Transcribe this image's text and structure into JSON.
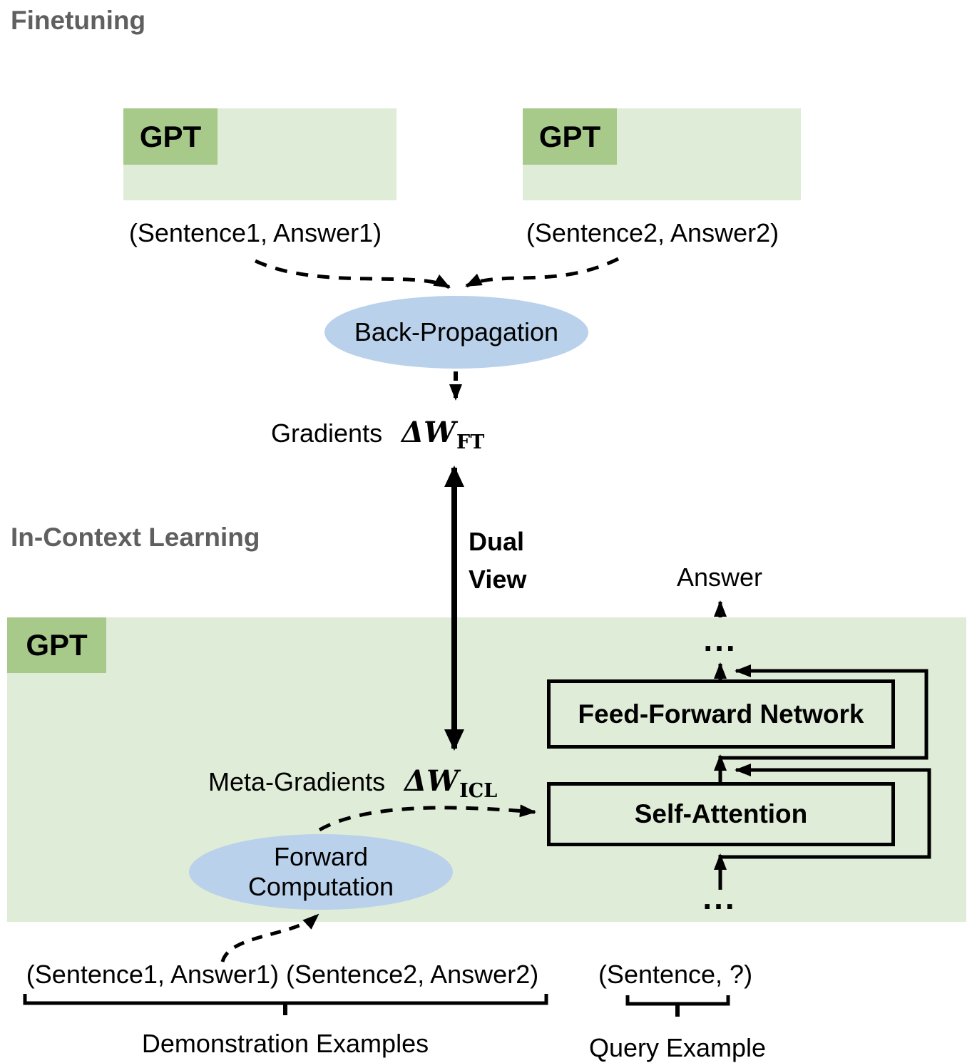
{
  "headings": {
    "finetuning": "Finetuning",
    "icl": "In-Context Learning"
  },
  "gpt": {
    "label": "GPT"
  },
  "finetune_captions": {
    "pair1": "(Sentence1, Answer1)",
    "pair2": "(Sentence2, Answer2)"
  },
  "ellipses": {
    "backprop": "Back-Propagation",
    "forward_line1": "Forward",
    "forward_line2": "Computation"
  },
  "gradients": {
    "label": "Gradients",
    "symbol": "ΔW",
    "subscript": "FT"
  },
  "meta_gradients": {
    "label": "Meta-Gradients",
    "symbol": "ΔW",
    "subscript": "ICL"
  },
  "dual_view": {
    "line1": "Dual",
    "line2": "View"
  },
  "transformer": {
    "answer": "Answer",
    "ellipsis_top": "...",
    "ffn": "Feed-Forward Network",
    "self_attention": "Self-Attention",
    "ellipsis_bottom": "..."
  },
  "bottom": {
    "demonstrations": "(Sentence1, Answer1) (Sentence2, Answer2)",
    "query": "(Sentence, ?)",
    "demonstrations_label": "Demonstration Examples",
    "query_label": "Query Example"
  },
  "colors": {
    "light_green": "#dfecd8",
    "dark_green": "#a7c989",
    "blue": "#b9d1ea",
    "heading_gray": "#5f5f5f"
  }
}
